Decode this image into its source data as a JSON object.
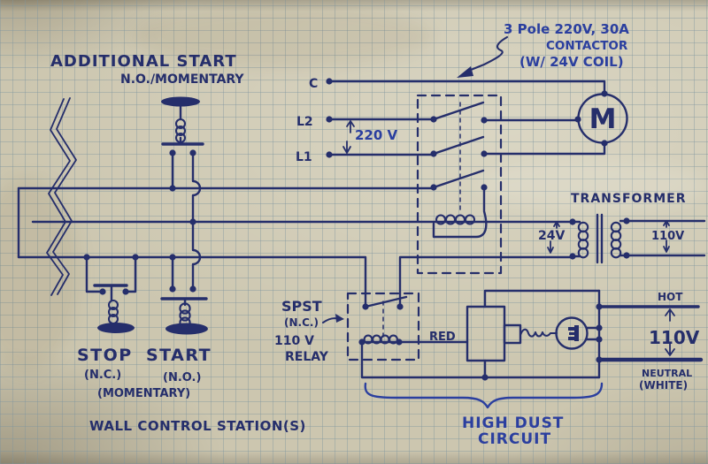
{
  "colors": {
    "paper": "#ccc6af",
    "ink": "#252e6b",
    "ink-bright": "#2b3f9f"
  },
  "schematic": {
    "additional_start": {
      "title": "ADDITIONAL START",
      "subtitle": "N.O./MOMENTARY"
    },
    "contactor_note": {
      "line1": "3 Pole 220V, 30A",
      "line2": "CONTACTOR",
      "line3": "(W/ 24V COIL)"
    },
    "supply": {
      "c": "C",
      "l2": "L2",
      "l1": "L1",
      "voltage": "220 V"
    },
    "motor": {
      "label": "M"
    },
    "transformer": {
      "title": "TRANSFORMER",
      "primary": "24V",
      "secondary": "110V"
    },
    "relay_note": {
      "line1": "SPST",
      "line2": "(N.C.)",
      "line3": "110 V",
      "line4": "RELAY"
    },
    "wire_red": "RED",
    "mains": {
      "hot": "HOT",
      "voltage": "110V",
      "neutral1": "NEUTRAL",
      "neutral2": "(WHITE)"
    },
    "station": {
      "stop": "STOP",
      "stop_sub": "(N.C.)",
      "start": "START",
      "start_sub": "(N.O.)",
      "momentary": "(MOMENTARY)",
      "caption": "WALL CONTROL STATION(S)"
    },
    "high_dust": {
      "line1": "HIGH DUST",
      "line2": "CIRCUIT"
    }
  }
}
